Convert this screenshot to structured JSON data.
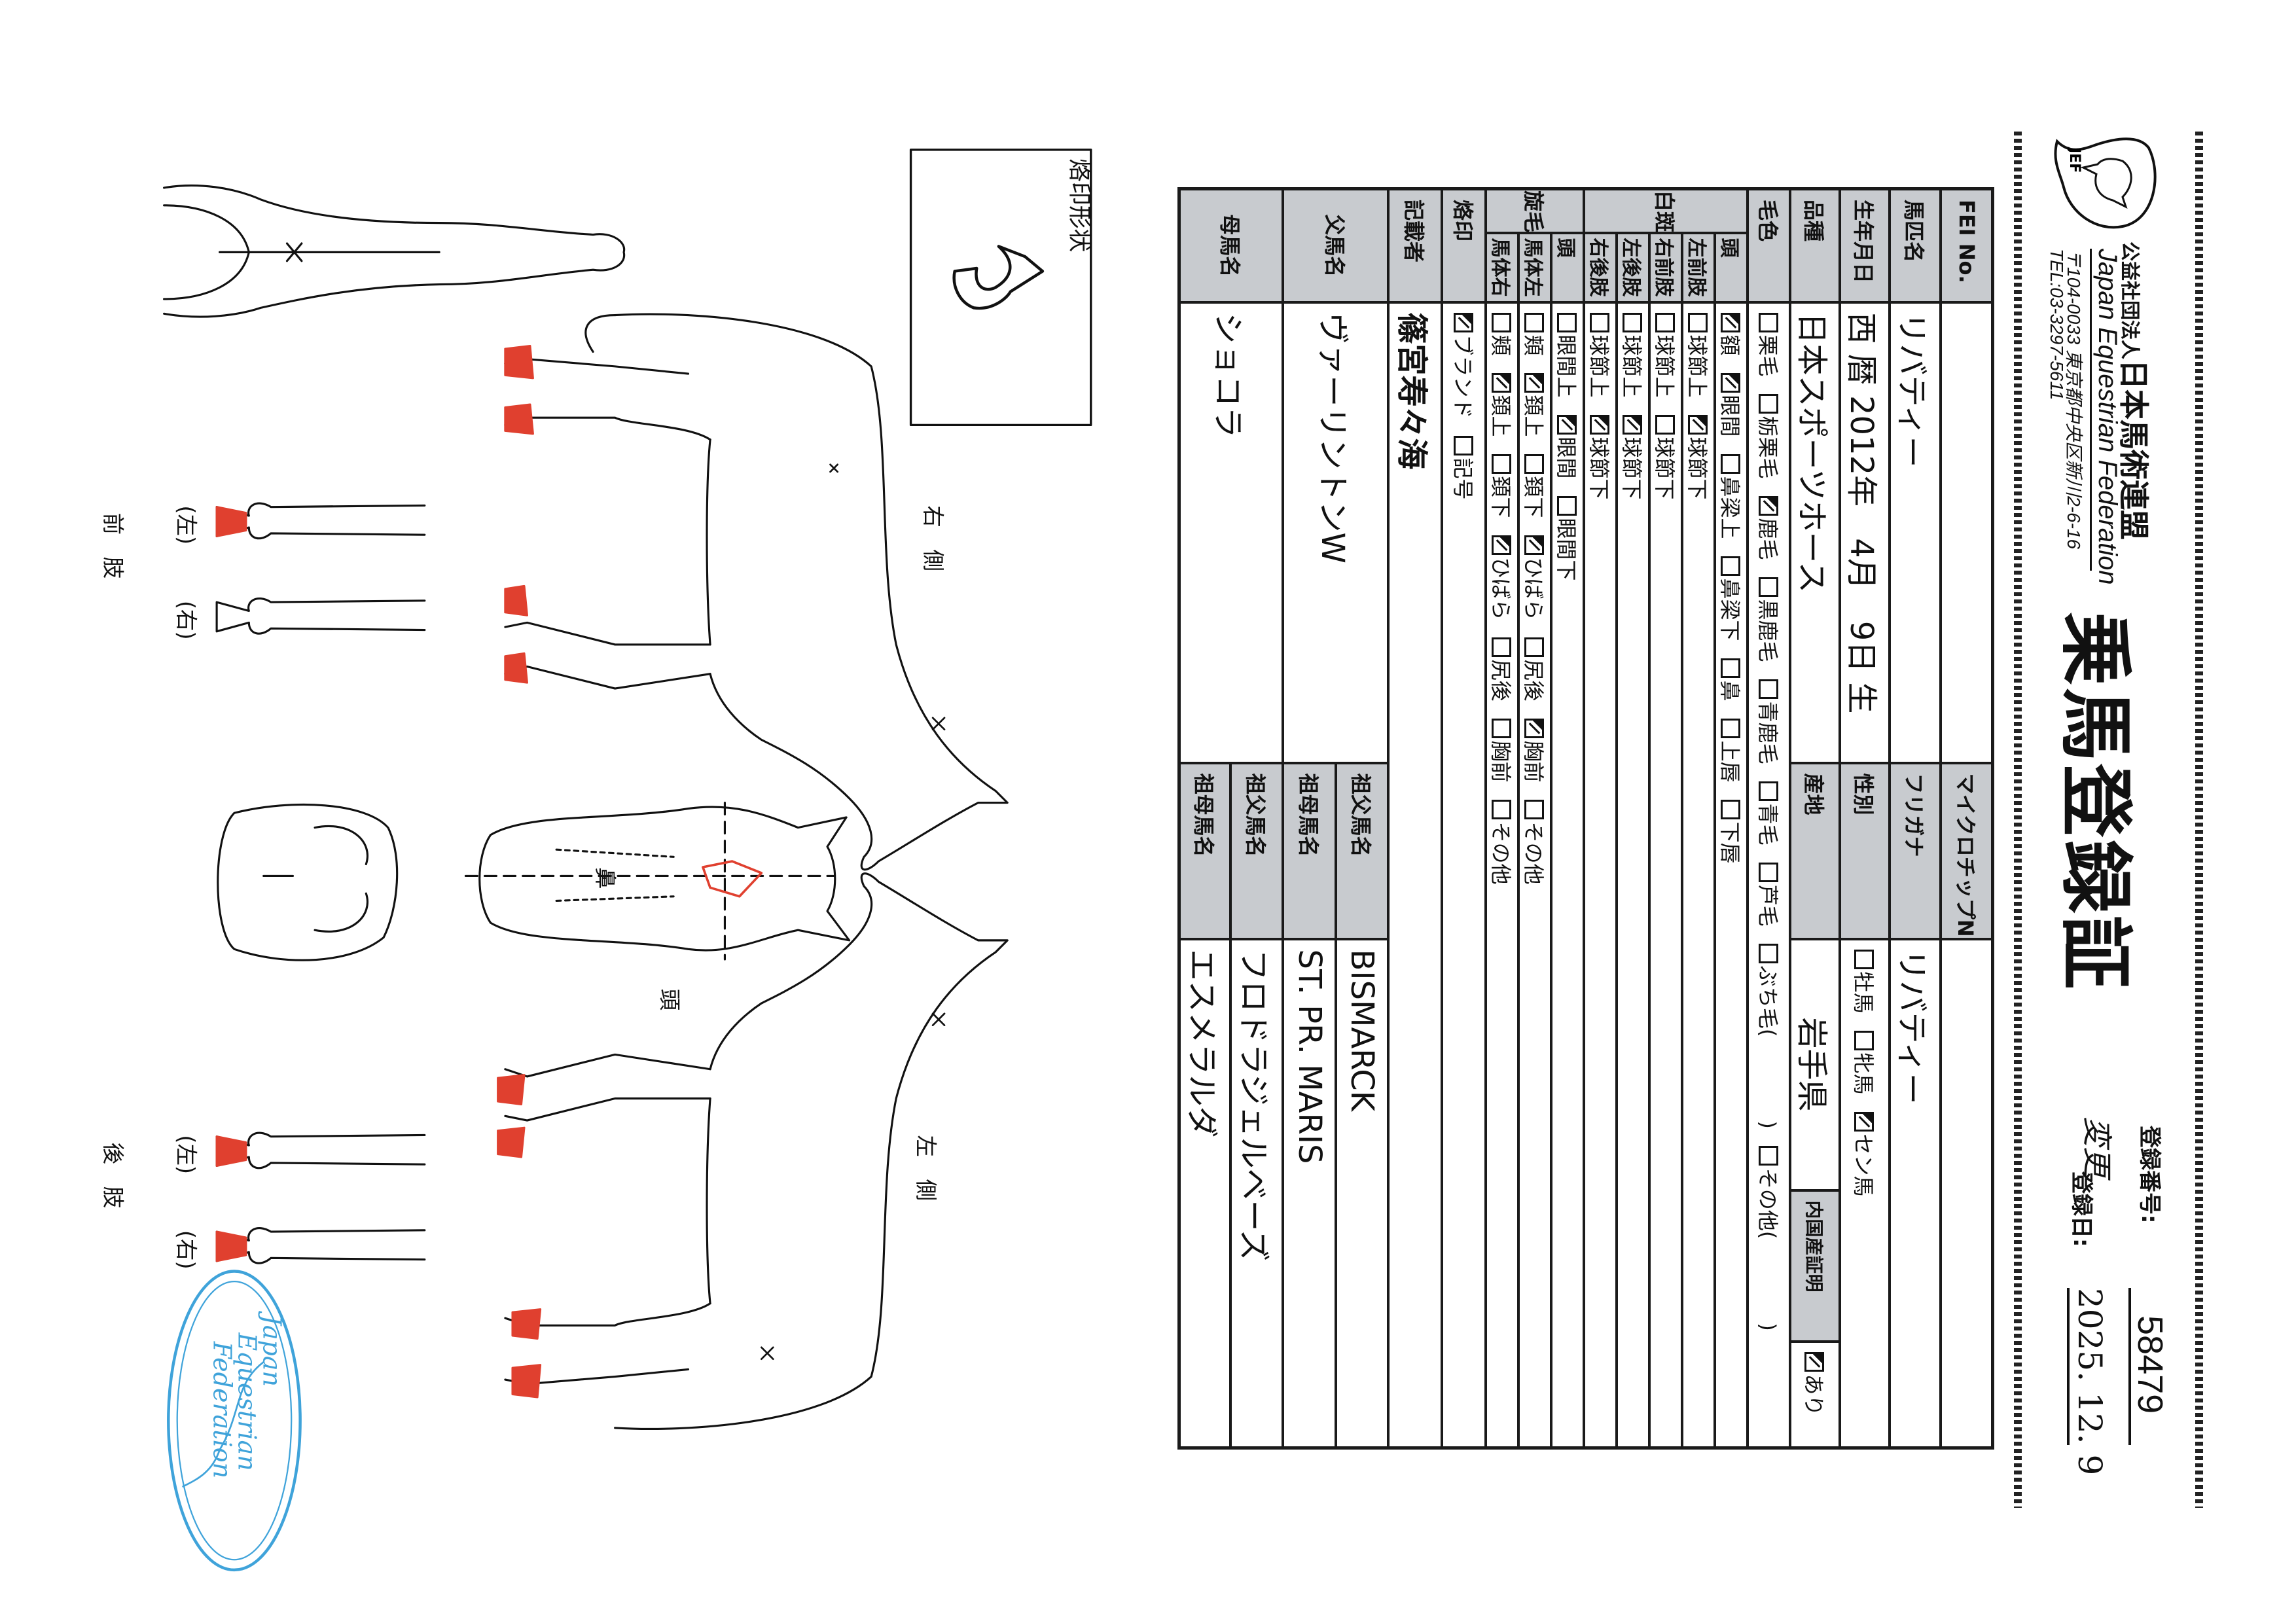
{
  "header": {
    "logo_text": "JEF",
    "org_type": "公益社団法人",
    "org_name": "日本馬術連盟",
    "org_name_en": "Japan Equestrian Federation",
    "address": "〒104-0033 東京都中央区新川2-6-16",
    "tel": "TEL:03-3297-5611",
    "title": "乗馬登録証",
    "reg_no_label": "登録番号:",
    "reg_no": "58479",
    "change_mark": "変更",
    "reg_date_label": "登録日:",
    "reg_date": "2025. 12. 9"
  },
  "table": {
    "fei": {
      "label": "FEI No.",
      "value": ""
    },
    "microchip": {
      "label": "マイクロチップNo.",
      "value": ""
    },
    "name": {
      "label": "馬匹名",
      "value": "リバティー"
    },
    "furigana": {
      "label": "フリガナ",
      "value": "リバティー"
    },
    "birth": {
      "label": "生年月日",
      "value": "西 暦 2012年　4月　9日 生"
    },
    "sex": {
      "label": "性別",
      "options": [
        {
          "label": "牡馬",
          "checked": false
        },
        {
          "label": "牝馬",
          "checked": false
        },
        {
          "label": "セン馬",
          "checked": true
        }
      ]
    },
    "breed": {
      "label": "品種",
      "value": "日本スポーツホース"
    },
    "origin": {
      "label": "産地",
      "value": "岩手県"
    },
    "domestic": {
      "label": "内国産証明",
      "options": [
        {
          "label": "あり",
          "checked": true
        }
      ]
    },
    "color": {
      "label": "毛色",
      "options": [
        {
          "label": "栗毛",
          "checked": false
        },
        {
          "label": "栃栗毛",
          "checked": false
        },
        {
          "label": "鹿毛",
          "checked": true
        },
        {
          "label": "黒鹿毛",
          "checked": false
        },
        {
          "label": "青鹿毛",
          "checked": false
        },
        {
          "label": "青毛",
          "checked": false
        },
        {
          "label": "芦毛",
          "checked": false
        },
        {
          "label": "ぶち毛(　　　　)",
          "checked": false
        },
        {
          "label": "その他(　　　　)",
          "checked": false
        }
      ]
    },
    "white_marks": {
      "label": "白斑",
      "rows": [
        {
          "sub": "頭",
          "options": [
            {
              "label": "額",
              "checked": true
            },
            {
              "label": "眼間",
              "checked": true
            },
            {
              "label": "鼻梁上",
              "checked": false
            },
            {
              "label": "鼻梁下",
              "checked": false
            },
            {
              "label": "鼻",
              "checked": false
            },
            {
              "label": "上唇",
              "checked": false
            },
            {
              "label": "下唇",
              "checked": false
            }
          ]
        },
        {
          "sub": "左前肢",
          "options": [
            {
              "label": "球節上",
              "checked": false
            },
            {
              "label": "球節下",
              "checked": true
            }
          ]
        },
        {
          "sub": "右前肢",
          "options": [
            {
              "label": "球節上",
              "checked": false
            },
            {
              "label": "球節下",
              "checked": false
            }
          ]
        },
        {
          "sub": "左後肢",
          "options": [
            {
              "label": "球節上",
              "checked": false
            },
            {
              "label": "球節下",
              "checked": true
            }
          ]
        },
        {
          "sub": "右後肢",
          "options": [
            {
              "label": "球節上",
              "checked": false
            },
            {
              "label": "球節下",
              "checked": true
            }
          ]
        }
      ]
    },
    "whorls": {
      "label": "旋毛",
      "rows": [
        {
          "sub": "頭",
          "options": [
            {
              "label": "眼間上",
              "checked": false
            },
            {
              "label": "眼間",
              "checked": true
            },
            {
              "label": "眼間下",
              "checked": false
            }
          ]
        },
        {
          "sub": "馬体左",
          "options": [
            {
              "label": "頬",
              "checked": false
            },
            {
              "label": "頚上",
              "checked": true
            },
            {
              "label": "頚下",
              "checked": false
            },
            {
              "label": "ひばら",
              "checked": true
            },
            {
              "label": "尻後",
              "checked": false
            },
            {
              "label": "胸前",
              "checked": true
            },
            {
              "label": "その他",
              "checked": false
            }
          ]
        },
        {
          "sub": "馬体右",
          "options": [
            {
              "label": "頬",
              "checked": false
            },
            {
              "label": "頚上",
              "checked": true
            },
            {
              "label": "頚下",
              "checked": false
            },
            {
              "label": "ひばら",
              "checked": true
            },
            {
              "label": "尻後",
              "checked": false
            },
            {
              "label": "胸前",
              "checked": false
            },
            {
              "label": "その他",
              "checked": false
            }
          ]
        }
      ]
    },
    "brand": {
      "label": "烙印",
      "options": [
        {
          "label": "ブランド",
          "checked": true
        },
        {
          "label": "記号",
          "checked": false
        }
      ]
    },
    "recorder": {
      "label": "記載者",
      "value": "篠宮寿々海"
    },
    "sire": {
      "label": "父馬名",
      "value": "ヴァーリントンW",
      "grandsire_label": "祖父馬名",
      "grandsire": "BISMARCK",
      "granddam_label": "祖母馬名",
      "granddam": "ST. PR. MARIS"
    },
    "dam": {
      "label": "母馬名",
      "value": "ショコラ",
      "grandsire_label": "祖父馬名",
      "grandsire": "フロドラジェルベーズ",
      "granddam_label": "祖母馬名",
      "granddam": "エスメラルダ"
    }
  },
  "diagram": {
    "brand_shape_label": "烙印形状",
    "right_side": "右　側",
    "head": "頭",
    "left_side": "左　側",
    "nose": "鼻",
    "forelegs": "前　肢",
    "hindlegs": "後　肢",
    "left": "(左)",
    "right": "(右)",
    "left2": "(左)",
    "right2": "(右)"
  },
  "stamp": {
    "text_1": "Japan",
    "text_2": "Equestrian",
    "text_3": "Federation"
  },
  "colors": {
    "label_fill": "#c8cbcf",
    "marking_red": "#e0402f",
    "stamp_blue": "#2b9ad6"
  }
}
